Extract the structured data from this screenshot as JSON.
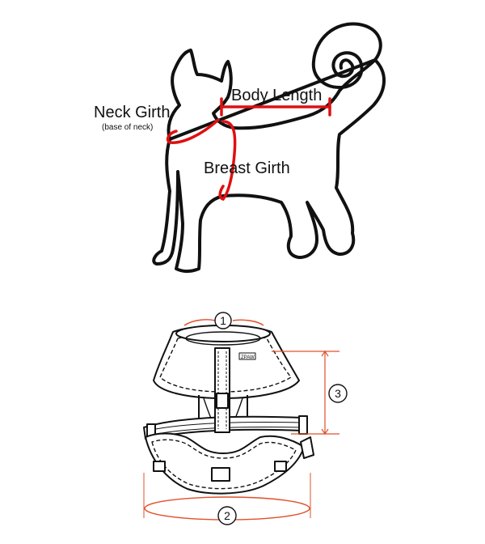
{
  "cat_diagram": {
    "neck_girth": "Neck Girth",
    "neck_note": "(base of neck)",
    "body_length": "Body Length",
    "breast_girth": "Breast Girth"
  },
  "harness_diagram": {
    "marker_1": "1",
    "marker_2": "2",
    "marker_3": "3",
    "tag_text": "ZPAW"
  },
  "colors": {
    "outline": "#111111",
    "measure_red": "#e01010",
    "dim_orange": "#e0502a",
    "background": "#ffffff"
  }
}
